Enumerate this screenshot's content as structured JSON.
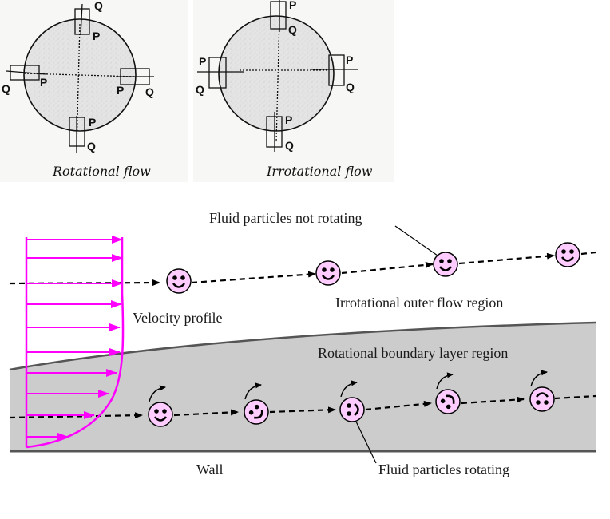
{
  "top_panels": [
    {
      "id": "rotational",
      "caption": "Rotational flow",
      "elements": [
        {
          "position": "top",
          "labels": {
            "inner": "P",
            "outer": "Q"
          }
        },
        {
          "position": "left",
          "labels": {
            "inner": "P",
            "outer": "Q"
          }
        },
        {
          "position": "right",
          "labels": {
            "inner": "P",
            "outer": "Q"
          }
        },
        {
          "position": "bottom",
          "labels": {
            "inner": "P",
            "outer": "Q"
          }
        }
      ]
    },
    {
      "id": "irrotational",
      "caption": "Irrotational flow",
      "elements": [
        {
          "position": "top",
          "labels": {
            "a": "P",
            "b": "Q"
          }
        },
        {
          "position": "left",
          "labels": {
            "a": "P",
            "b": "Q"
          }
        },
        {
          "position": "right",
          "labels": {
            "a": "P",
            "b": "Q"
          }
        },
        {
          "position": "bottom",
          "labels": {
            "a": "P",
            "b": "Q"
          }
        }
      ]
    }
  ],
  "boundary_layer": {
    "labels": {
      "not_rotating": "Fluid particles not rotating",
      "velocity_profile": "Velocity profile",
      "outer_region": "Irrotational outer flow region",
      "boundary_region": "Rotational boundary layer region",
      "wall": "Wall",
      "rotating": "Fluid particles rotating"
    },
    "colors": {
      "profile": "#ff00ff",
      "particle_fill": "#ffccff",
      "boundary_fill": "#cccccc",
      "wall_line": "#555555",
      "pathline": "#000000"
    },
    "outer_particles": [
      {
        "rotation_deg": 0
      },
      {
        "rotation_deg": 0
      },
      {
        "rotation_deg": 0
      },
      {
        "rotation_deg": 0
      }
    ],
    "inner_particles": [
      {
        "rotation_deg": 0
      },
      {
        "rotation_deg": -45
      },
      {
        "rotation_deg": -90
      },
      {
        "rotation_deg": -135
      },
      {
        "rotation_deg": -180
      }
    ]
  }
}
